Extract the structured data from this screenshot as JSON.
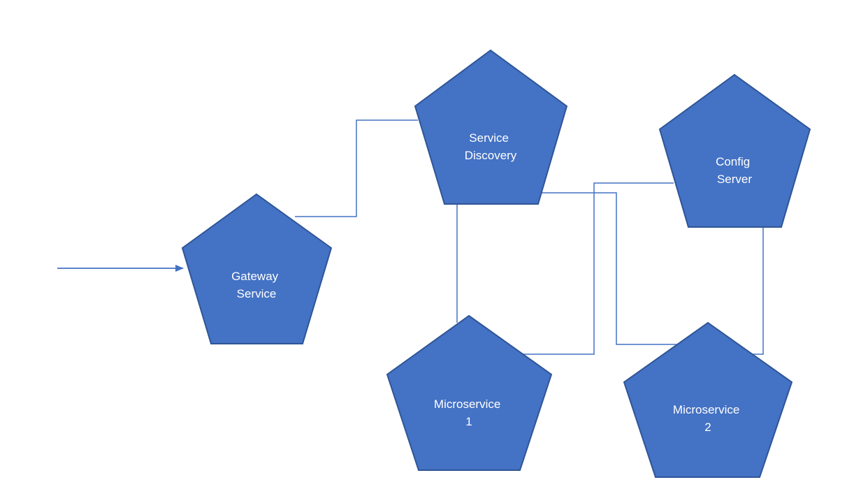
{
  "colors": {
    "node_fill": "#4472c4",
    "node_stroke": "#2f5597",
    "connector": "#4472c4",
    "background": "#ffffff"
  },
  "nodes": {
    "gateway": {
      "line1": "Gateway",
      "line2": "Service"
    },
    "discovery": {
      "line1": "Service",
      "line2": "Discovery"
    },
    "config": {
      "line1": "Config",
      "line2": "Server"
    },
    "micro1": {
      "line1": "Microservice",
      "line2": "1"
    },
    "micro2": {
      "line1": "Microservice",
      "line2": "2"
    }
  }
}
